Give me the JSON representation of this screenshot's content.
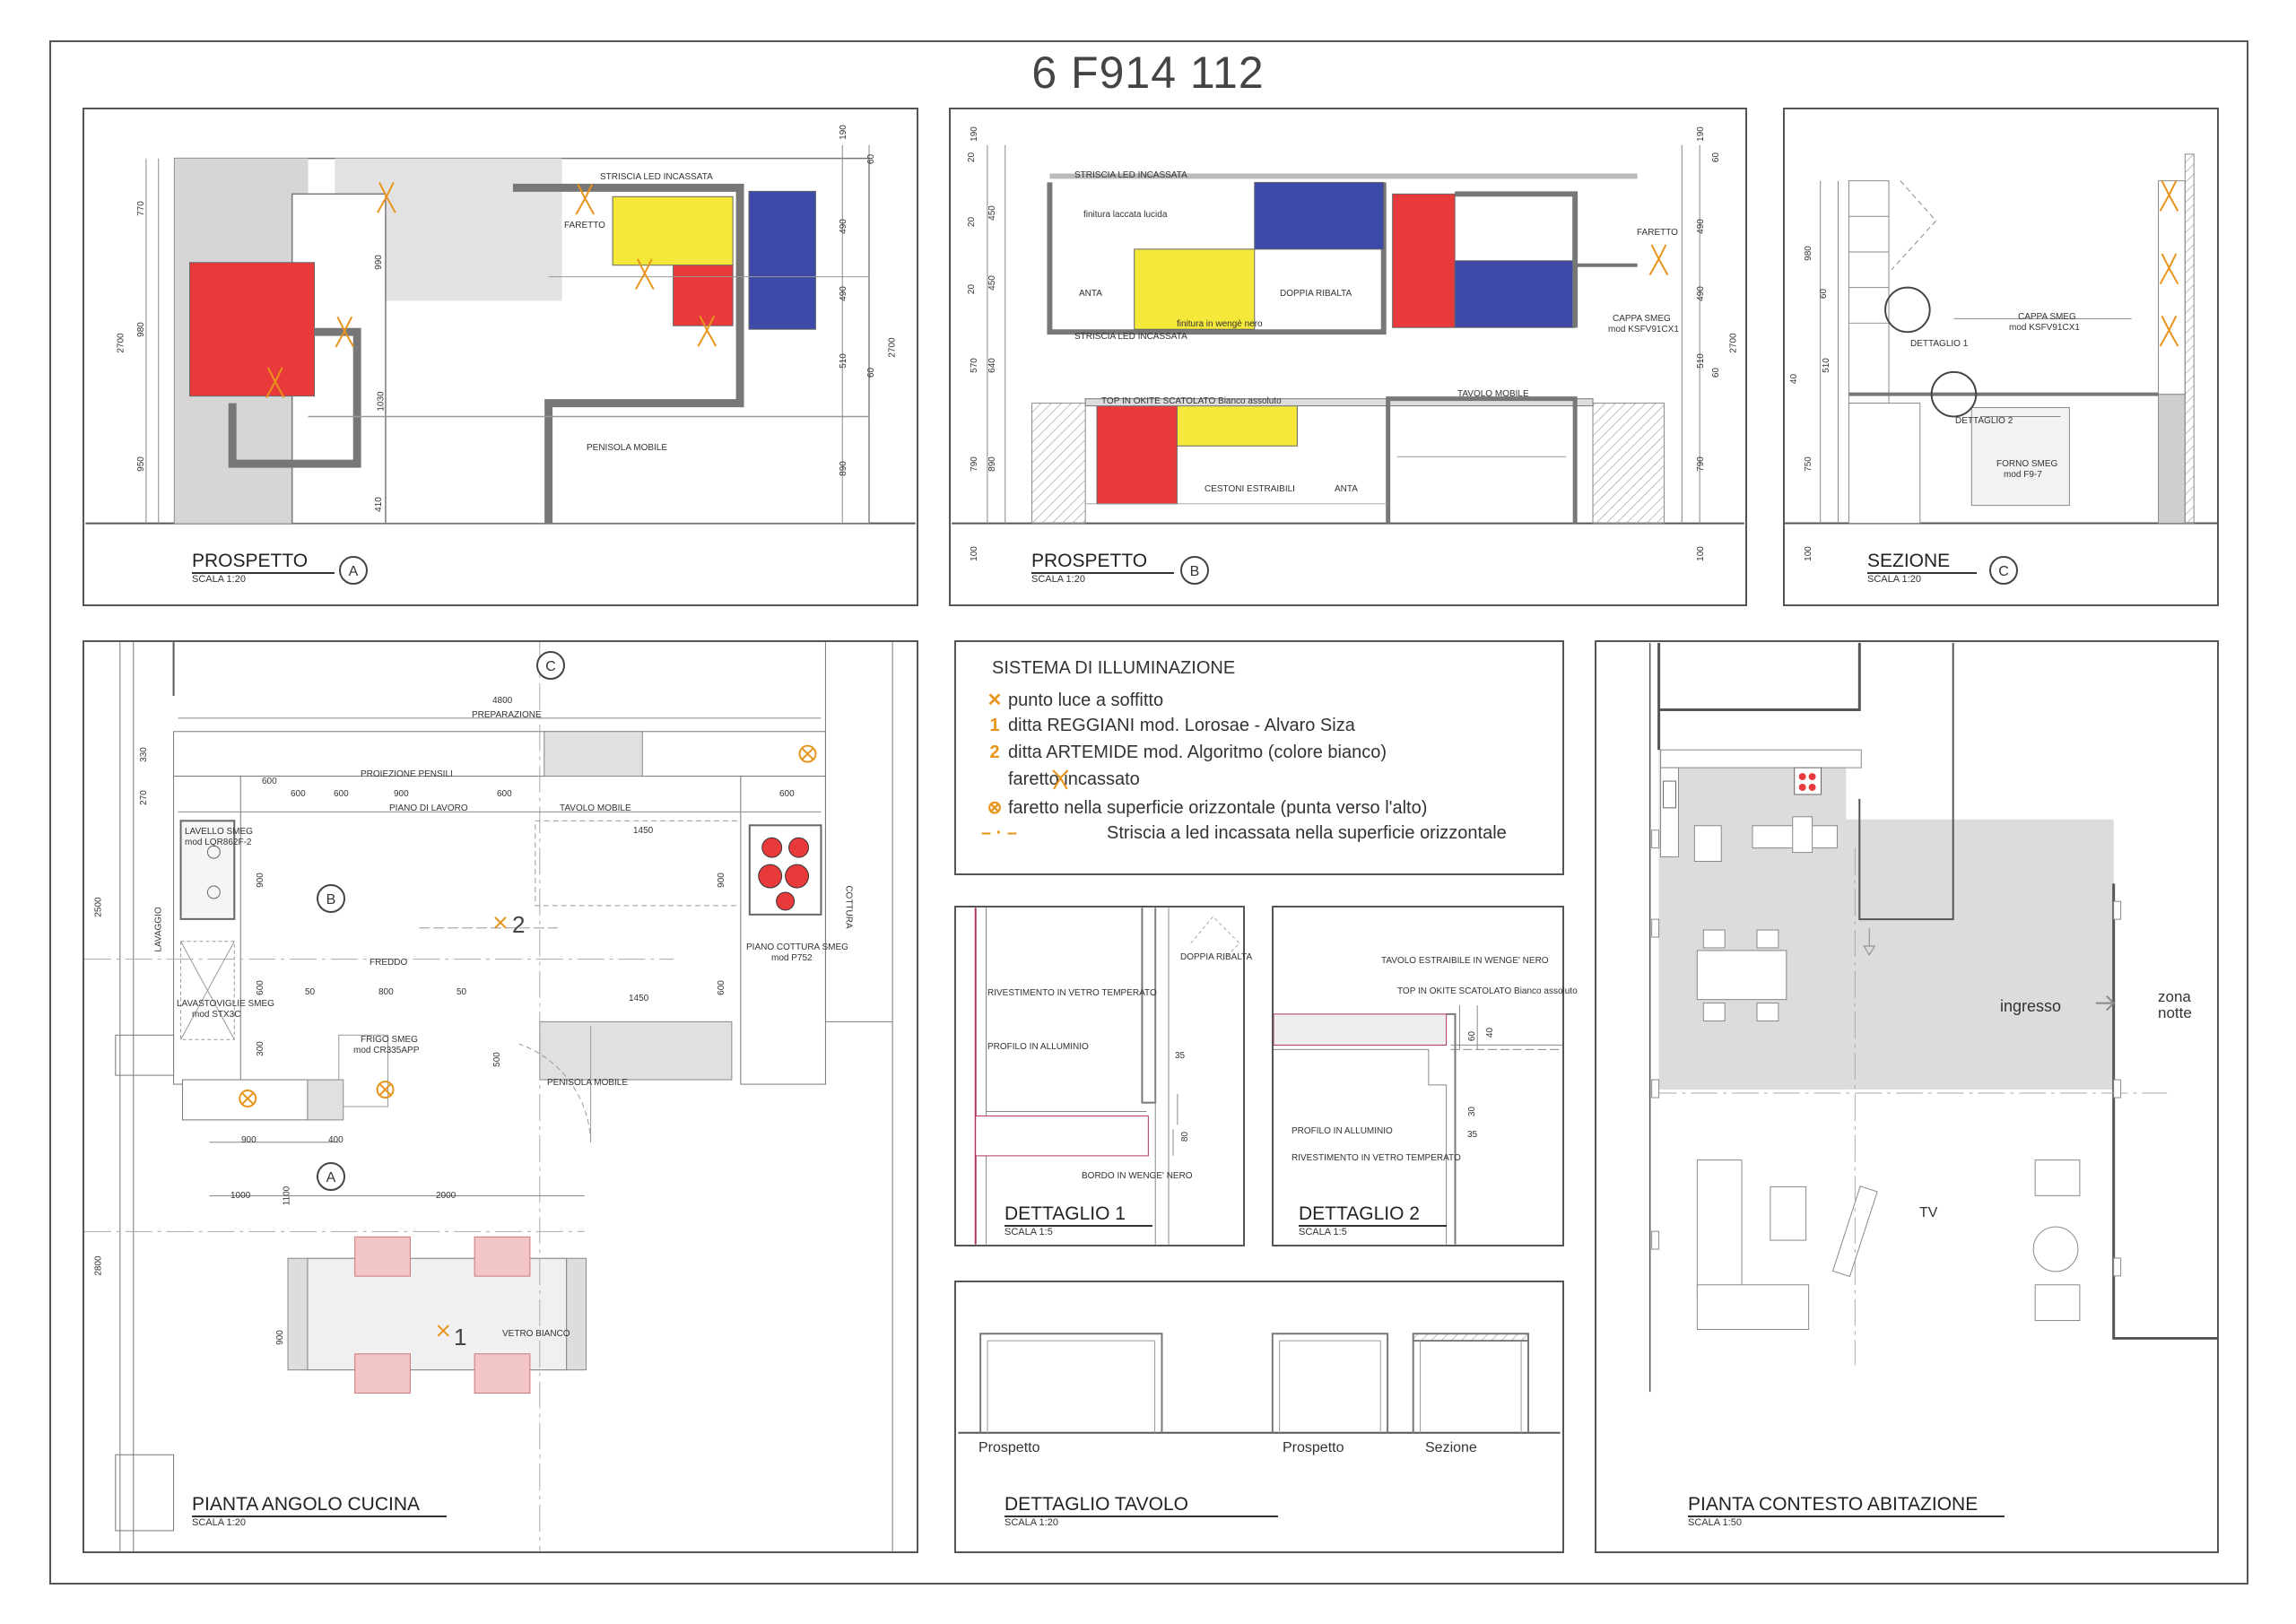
{
  "sheet": {
    "title": "6 F914 112"
  },
  "panels": {
    "prospetto_a": {
      "title": "PROSPETTO",
      "scale": "SCALA 1:20",
      "marker": "A",
      "labels": {
        "led_strip": "STRISCIA LED INCASSATA",
        "faretto": "FARETTO",
        "penisola": "PENISOLA MOBILE"
      },
      "dims_left": [
        "770",
        "2700",
        "980",
        "950"
      ],
      "dims_inner": [
        "990",
        "1030",
        "410"
      ],
      "dims_right": [
        "190",
        "60",
        "490",
        "490",
        "510",
        "60",
        "2700",
        "890"
      ]
    },
    "prospetto_b": {
      "title": "PROSPETTO",
      "scale": "SCALA 1:20",
      "marker": "B",
      "labels": {
        "led_top": "STRISCIA LED INCASSATA",
        "finitura_laccata": "finitura laccata lucida",
        "anta": "ANTA",
        "finitura_wenge": "finitura in wengè nero",
        "doppia_ribalta": "DOPPIA RIBALTA",
        "led_bottom": "STRISCIA LED INCASSATA",
        "faretto": "FARETTO",
        "cappa": "CAPPA SMEG",
        "cappa_mod": "mod KSFV91CX1",
        "top": "TOP IN OKITE SCATOLATO Bianco assoluto",
        "tavolo_mobile": "TAVOLO MOBILE",
        "cestoni": "CESTONI ESTRAIBILI",
        "anta2": "ANTA"
      },
      "dims_left": [
        "190",
        "20",
        "450",
        "20",
        "450",
        "20",
        "570",
        "640",
        "790",
        "890",
        "100"
      ],
      "dims_right": [
        "190",
        "60",
        "490",
        "490",
        "510",
        "60",
        "2700",
        "790",
        "100"
      ]
    },
    "sezione_c": {
      "title": "SEZIONE",
      "scale": "SCALA 1:20",
      "marker": "C",
      "labels": {
        "dettaglio1": "DETTAGLIO 1",
        "dettaglio2": "DETTAGLIO 2",
        "cappa": "CAPPA SMEG",
        "cappa_mod": "mod KSFV91CX1",
        "forno": "FORNO SMEG",
        "forno_mod": "mod F9-7"
      },
      "dims_left": [
        "980",
        "60",
        "40",
        "510",
        "750",
        "100"
      ]
    },
    "pianta_cucina": {
      "title": "PIANTA ANGOLO  CUCINA",
      "scale": "SCALA 1:20",
      "labels": {
        "preparazione": "PREPARAZIONE",
        "proiezione": "PROIEZIONE PENSILI",
        "piano_lavoro": "PIANO DI LAVORO",
        "tavolo_mobile": "TAVOLO MOBILE",
        "lavello": "LAVELLO SMEG",
        "lavello_mod": "mod LQR862F-2",
        "lavastoviglie": "LAVASTOVIGLIE SMEG",
        "lavastoviglie_mod": "mod STX3C",
        "lavaggio": "LAVAGGIO",
        "freddo": "FREDDO",
        "frigo": "FRIGO SMEG",
        "frigo_mod": "mod CR335APP",
        "penisola": "PENISOLA MOBILE",
        "piano_cottura": "PIANO COTTURA SMEG",
        "piano_cottura_mod": "mod P752",
        "cottura": "COTTURA",
        "vetro": "VETRO BIANCO",
        "num1": "1",
        "num2": "2",
        "marker_a": "A",
        "marker_b": "B",
        "marker_c": "C"
      },
      "dims": [
        "4800",
        "330",
        "600",
        "270",
        "600",
        "600",
        "900",
        "600",
        "600",
        "1450",
        "900",
        "2500",
        "900",
        "600",
        "50",
        "800",
        "50",
        "1450",
        "600",
        "300",
        "500",
        "900",
        "400",
        "1000",
        "1100",
        "2000",
        "900",
        "2800"
      ]
    },
    "legenda": {
      "title": "SISTEMA DI ILLUMINAZIONE",
      "items": [
        {
          "sym": "✕",
          "text": "punto luce a soffitto"
        },
        {
          "sym": "1",
          "text": "ditta REGGIANI mod. Lorosae - Alvaro Siza"
        },
        {
          "sym": "2",
          "text": "ditta ARTEMIDE mod. Algoritmo (colore bianco)"
        },
        {
          "sym": "faretto-icon",
          "text": "faretto incassato"
        },
        {
          "sym": "⊗",
          "text": "faretto nella superficie orizzontale (punta verso l'alto)"
        },
        {
          "sym": "– · –",
          "text": "Striscia a led incassata nella superficie orizzontale"
        }
      ]
    },
    "dettaglio1": {
      "title": "DETTAGLIO 1",
      "scale": "SCALA 1:5",
      "labels": {
        "doppia_ribalta": "DOPPIA RIBALTA",
        "rivestimento": "RIVESTIMENTO IN VETRO TEMPERATO",
        "profilo": "PROFILO IN ALLUMINIO",
        "bordo": "BORDO IN WENGE' NERO",
        "d35": "35",
        "d80": "80"
      }
    },
    "dettaglio2": {
      "title": "DETTAGLIO 2",
      "scale": "SCALA 1:5",
      "labels": {
        "tavolo": "TAVOLO ESTRAIBILE IN WENGE' NERO",
        "top": "TOP IN OKITE SCATOLATO Bianco assoluto",
        "profilo": "PROFILO IN ALLUMINIO",
        "rivestimento": "RIVESTIMENTO IN VETRO TEMPERATO",
        "d60": "60",
        "d40": "40",
        "d30": "30",
        "d35": "35"
      }
    },
    "dettaglio_tavolo": {
      "title": "DETTAGLIO TAVOLO",
      "scale": "SCALA 1:20",
      "labels": {
        "prospetto1": "Prospetto",
        "prospetto2": "Prospetto",
        "sezione": "Sezione"
      }
    },
    "pianta_contesto": {
      "title": "PIANTA CONTESTO ABITAZIONE",
      "scale": "SCALA 1:50",
      "labels": {
        "ingresso": "ingresso",
        "zona": "zona",
        "notte": "notte",
        "tv": "TV"
      }
    }
  },
  "colors": {
    "red": "#e8393b",
    "yellow": "#f5e83a",
    "blue": "#3d4aa8",
    "gray": "#cfcfcf",
    "lightgray": "#e4e4e4",
    "orange": "#e8941a",
    "line": "#555555"
  }
}
